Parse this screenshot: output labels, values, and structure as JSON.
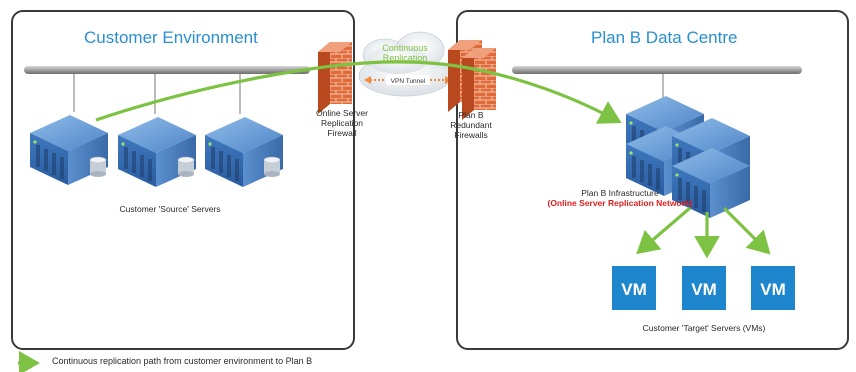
{
  "left_panel": {
    "title": "Customer Environment",
    "servers_caption": "Customer 'Source' Servers"
  },
  "firewall_left": {
    "label_line1": "Online Server",
    "label_line2": "Replication",
    "label_line3": "Firewall"
  },
  "cloud": {
    "label_line1": "Continuous",
    "label_line2": "Replication",
    "tunnel_label": "VPN Tunnel"
  },
  "firewall_right": {
    "label_line1": "Plan B",
    "label_line2": "Redundant",
    "label_line3": "Firewalls"
  },
  "right_panel": {
    "title": "Plan B Data Centre",
    "infra_label": "Plan B Infrastructure",
    "infra_sublabel": "(Online Server Replication Network)",
    "vms": [
      "VM",
      "VM",
      "VM"
    ],
    "vms_caption": "Customer 'Target' Servers (VMs)"
  },
  "legend": {
    "text": "Continuous replication path from customer environment to Plan B"
  },
  "colors": {
    "accent_blue": "#2a8fd0",
    "arrow_green": "#7dc242",
    "red_note": "#e02020",
    "server_blue": "#3a72b8",
    "vm_blue": "#1e86cc"
  }
}
